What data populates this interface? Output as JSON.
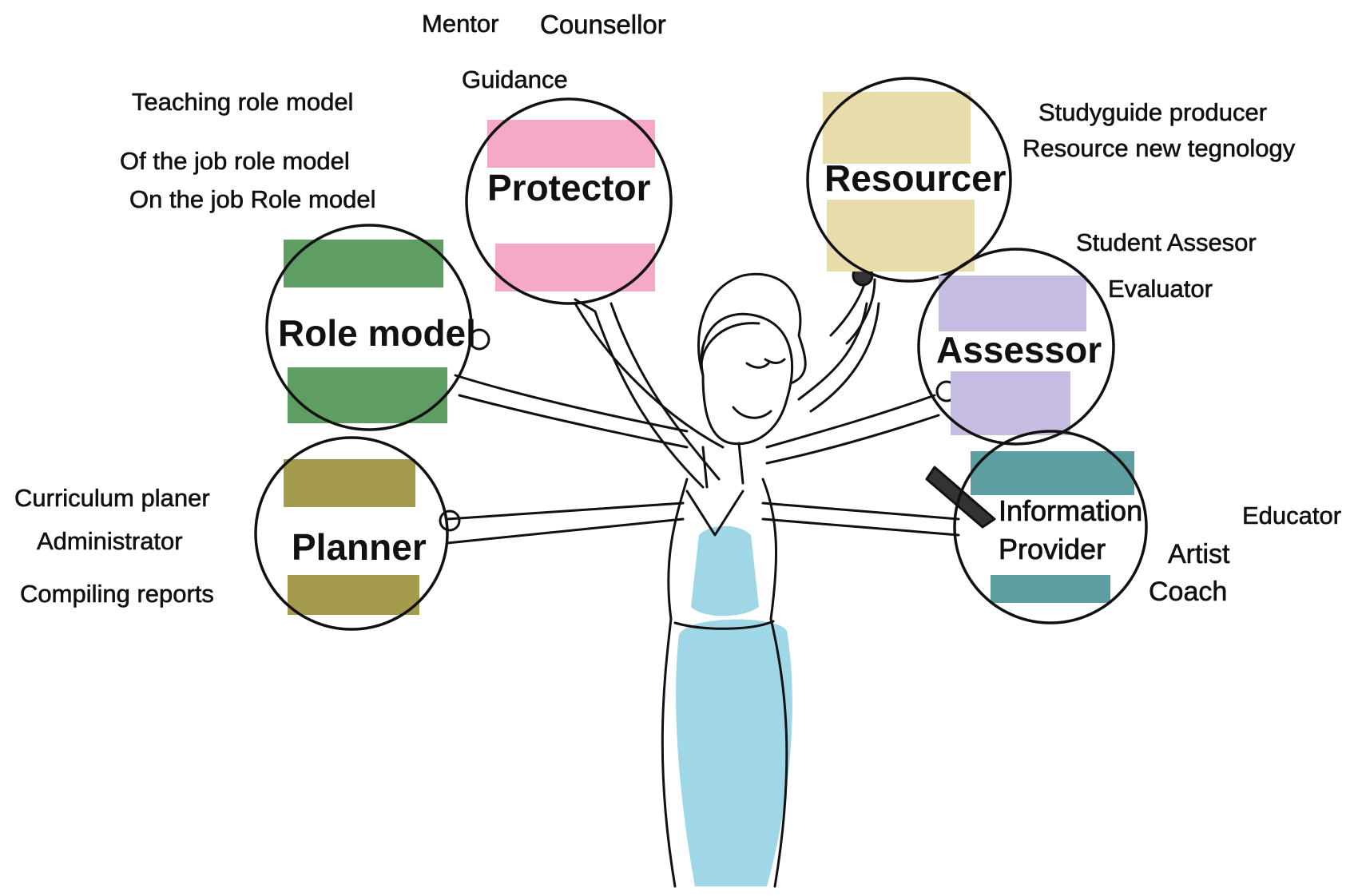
{
  "colors": {
    "protector": "#f5a8c8",
    "resourcer": "#e8dcaa",
    "role_model": "#5f9e63",
    "assessor": "#c7bde3",
    "planner": "#a59b4c",
    "information_provider": "#5d9ea1",
    "dress": "#9fd7e6",
    "ink": "#111111"
  },
  "roles": {
    "protector": "Protector",
    "resourcer": "Resourcer",
    "role_model": "Role model",
    "assessor": "Assessor",
    "planner": "Planner",
    "information_provider_line1": "Information",
    "information_provider_line2": "Provider"
  },
  "labels": {
    "mentor": "Mentor",
    "counsellor": "Counsellor",
    "guidance": "Guidance",
    "teaching_role_model": "Teaching role model",
    "of_the_job_role_model": "Of the job role model",
    "on_the_job_role_model": "On the job Role model",
    "studyguide_producer": "Studyguide producer",
    "resource_new_tegnology": "Resource new tegnology",
    "student_assesor": "Student Assesor",
    "evaluator": "Evaluator",
    "curriculum_planer": "Curriculum planer",
    "administrator": "Administrator",
    "compiling_reports": "Compiling reports",
    "educator": "Educator",
    "artist": "Artist",
    "coach": "Coach"
  }
}
